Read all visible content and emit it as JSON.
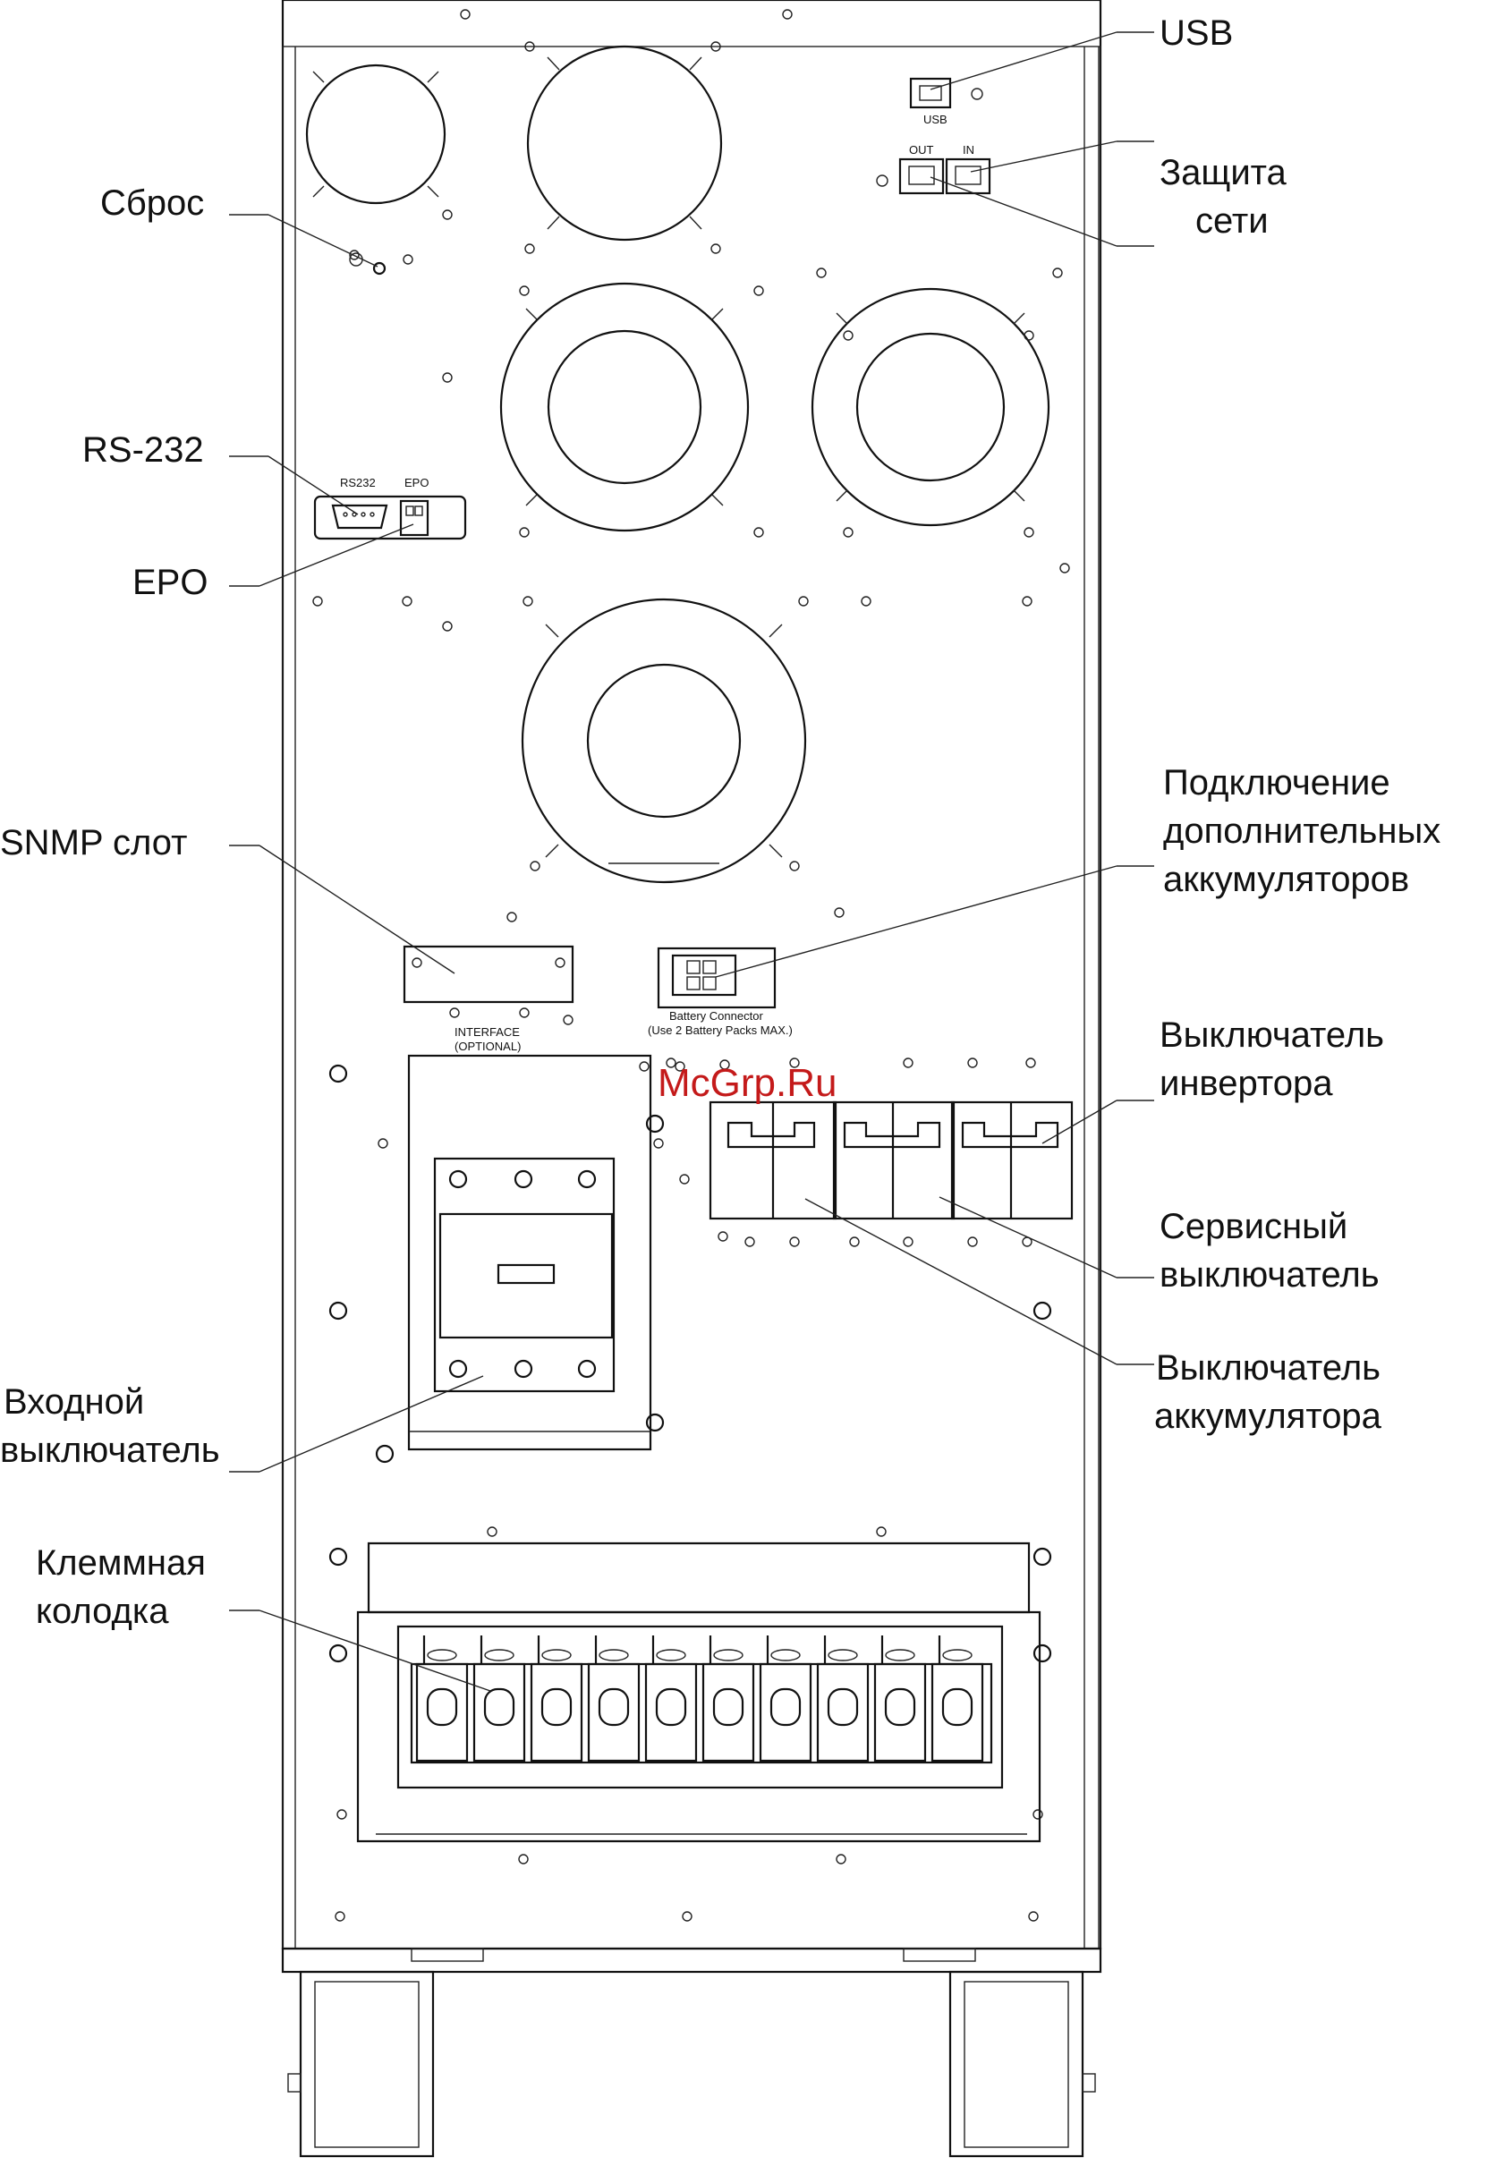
{
  "labels": {
    "usb": "USB",
    "network_line1": "Защита",
    "network_line2": "сети",
    "reset": "Сброс",
    "rs232": "RS-232",
    "epo": "EPO",
    "snmp": "SNMP слот",
    "ext_batt_line1": "Подключение",
    "ext_batt_line2": "дополнительных",
    "ext_batt_line3": "аккумуляторов",
    "inverter_line1": "Выключатель",
    "inverter_line2": "инвертора",
    "service_line1": "Сервисный",
    "service_line2": "выключатель",
    "battery_line1": "Выключатель",
    "battery_line2": "аккумулятора",
    "input_line1": "Входной",
    "input_line2": "выключатель",
    "terminal_line1": "Клеммная",
    "terminal_line2": "колодка"
  },
  "panel_text": {
    "usb_port": "USB",
    "out_port": "OUT",
    "in_port": "IN",
    "rs232_port": "RS232",
    "epo_port": "EPO",
    "interface_line1": "INTERFACE",
    "interface_line2": "(OPTIONAL)",
    "battery_conn_line1": "Battery Connector",
    "battery_conn_line2": "(Use 2 Battery Packs MAX.)"
  },
  "watermark": "McGrp.Ru"
}
